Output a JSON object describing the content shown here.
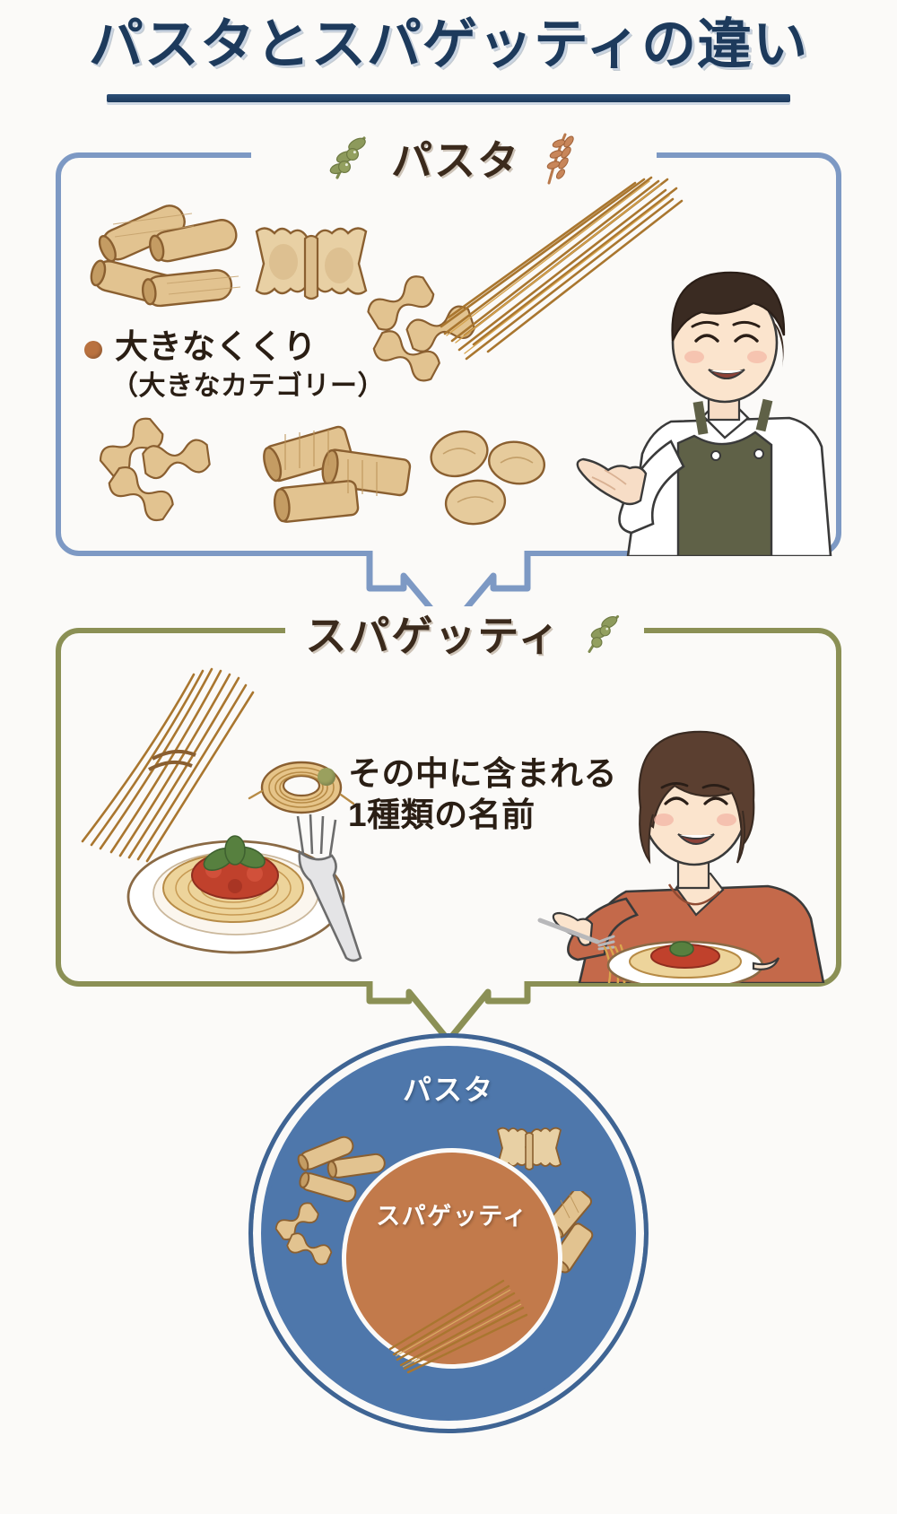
{
  "page": {
    "title": "パスタとスパゲッティの違い",
    "background_color": "#fbfaf8",
    "title_color": "#1d3a5c"
  },
  "sections": [
    {
      "id": "pasta",
      "heading": "パスタ",
      "border_color": "#7d99c4",
      "heading_color": "#3b2a1c",
      "left_icon": "olive-branch-icon",
      "right_icon": "wheat-stalk-icon",
      "bullet_color": "#b9713f",
      "bullets": [
        {
          "main": "大きなくくり",
          "sub": "（大きなカテゴリー）"
        }
      ],
      "illustrations": [
        "penne-pasta",
        "farfalle-pasta",
        "fusilli-pasta",
        "spaghetti-bundle",
        "rotini-pasta",
        "rigatoni-pasta",
        "orecchiette-pasta",
        "chef-man"
      ]
    },
    {
      "id": "spaghetti",
      "heading": "スパゲッティ",
      "border_color": "#8b9055",
      "heading_color": "#3b2a1c",
      "right_icon": "olive-branch-icon",
      "bullet_color": "#9aa05e",
      "bullets": [
        {
          "main": "その中に含まれる",
          "sub": "1種類の名前"
        }
      ],
      "illustrations": [
        "spaghetti-bundle",
        "spaghetti-nest",
        "spaghetti-plate-with-sauce",
        "fork",
        "woman-eating-spaghetti"
      ]
    }
  ],
  "arrows": [
    {
      "id": "arrow-pasta-to-spaghetti",
      "color": "#7d99c4",
      "direction": "down"
    },
    {
      "id": "arrow-spaghetti-to-venn",
      "color": "#8b9055",
      "direction": "down"
    }
  ],
  "venn": {
    "outer_label": "パスタ",
    "outer_color": "#4e77ab",
    "inner_label": "スパゲッティ",
    "inner_color": "#c27a4b",
    "label_color": "#ffffff",
    "outer_items": [
      "penne-pasta",
      "farfalle-pasta",
      "rotini-pasta",
      "rigatoni-pasta"
    ],
    "inner_items": [
      "spaghetti-bundle"
    ]
  }
}
